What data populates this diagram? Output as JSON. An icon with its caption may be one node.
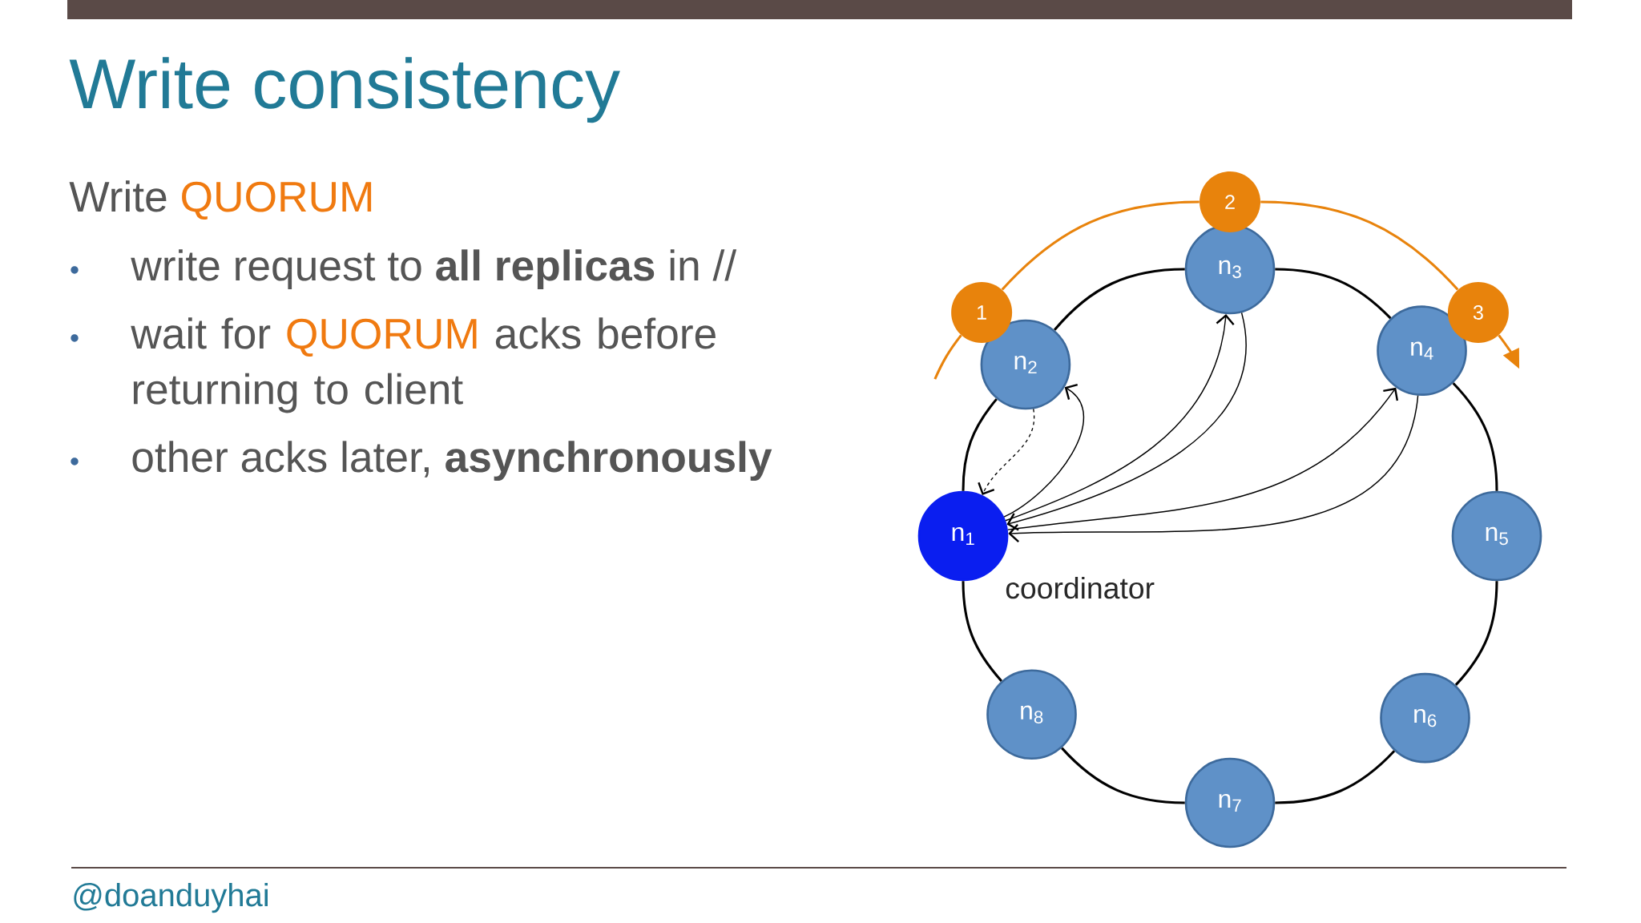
{
  "diagram": {
    "title": "Write consistency",
    "nodes": [
      {
        "text": [
          "n$_{1}$"
        ],
        "beside": [
          "coordinator"
        ]
      },
      {
        "text": [
          "n$_{2}$"
        ]
      },
      {
        "text": [
          "n$_{3}$"
        ]
      },
      {
        "text": [
          "n$_{4}$"
        ]
      },
      {
        "text": [
          "n$_{5}$"
        ]
      },
      {
        "text": [
          "n$_{6}$"
        ]
      },
      {
        "text": [
          "n$_{7}$"
        ]
      },
      {
        "text": [
          "n$_{8}$"
        ]
      },
      {
        "text": [
          "1"
        ]
      },
      {
        "text": [
          "2"
        ]
      },
      {
        "text": [
          "3"
        ]
      }
    ],
    "edges": [
      {
        "from": 0,
        "to": 1,
        "arrow": "none"
      },
      {
        "from": 1,
        "to": 2,
        "arrow": "none"
      },
      {
        "from": 2,
        "to": 3,
        "arrow": "none"
      },
      {
        "from": 3,
        "to": 4,
        "arrow": "none"
      },
      {
        "from": 4,
        "to": 5,
        "arrow": "none"
      },
      {
        "from": 5,
        "to": 6,
        "arrow": "none"
      },
      {
        "from": 6,
        "to": 7,
        "arrow": "none"
      },
      {
        "from": 7,
        "to": 0,
        "arrow": "none"
      },
      {
        "from": 0,
        "to": 1,
        "arrow": "to"
      },
      {
        "from": 0,
        "to": 2,
        "arrow": "to"
      },
      {
        "from": 0,
        "to": 3,
        "arrow": "to"
      },
      {
        "from": 2,
        "to": 0,
        "arrow": "to"
      },
      {
        "from": 3,
        "to": 0,
        "arrow": "to"
      },
      {
        "from": 1,
        "to": 0,
        "arrow": "to",
        "style": "dashed"
      },
      {
        "from": null,
        "to": 8,
        "arrow": "none",
        "color": "#e8830c"
      },
      {
        "from": 8,
        "to": 9,
        "arrow": "none",
        "color": "#e8830c"
      },
      {
        "from": 9,
        "to": 10,
        "arrow": "none",
        "color": "#e8830c"
      },
      {
        "from": 10,
        "to": null,
        "arrow": "to",
        "color": "#e8830c"
      }
    ],
    "labels": [
      "Write",
      "QUORUM",
      "write request to **all replicas** in //",
      "wait for",
      "QUORUM",
      "acks before returning to client",
      "other acks later, **asynchronously**",
      "@doanduyhai"
    ]
  }
}
